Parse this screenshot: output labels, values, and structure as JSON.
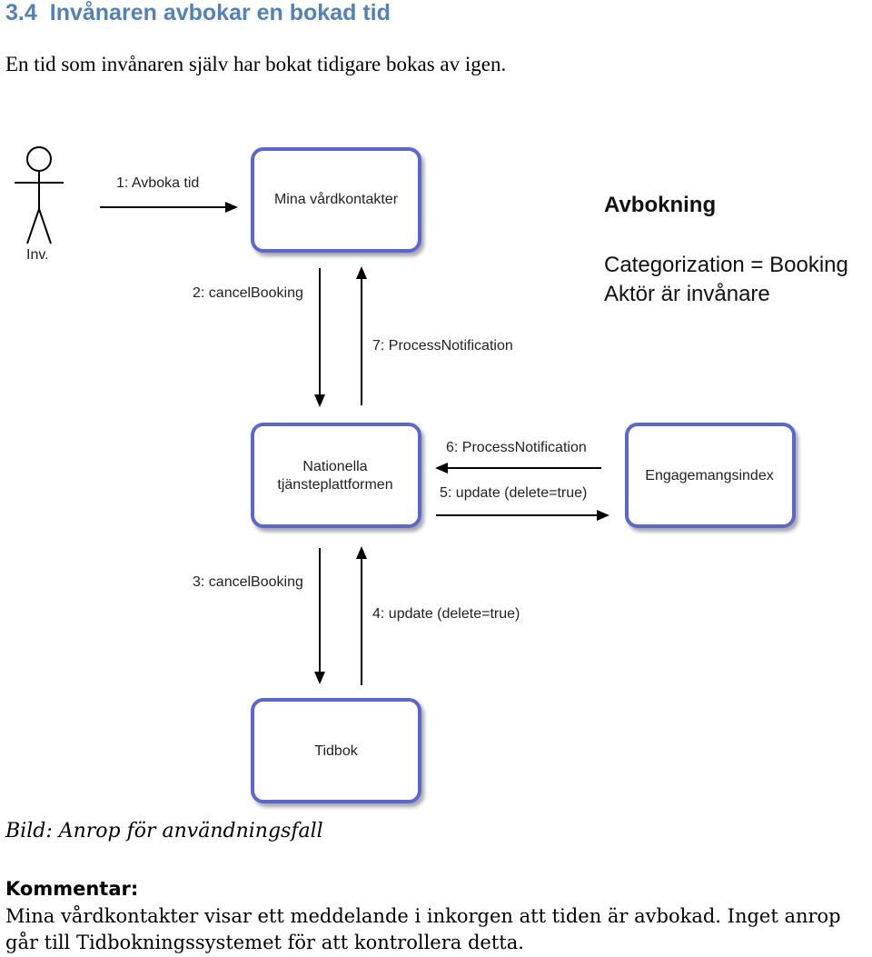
{
  "section": {
    "number": "3.4",
    "title": "Invånaren avbokar en bokad tid",
    "intro": "En tid som invånaren själv har bokat tidigare bokas av igen."
  },
  "diagram": {
    "actor_label": "Inv.",
    "boxes": {
      "mina": "Mina vårdkontakter",
      "ntp_line1": "Nationella",
      "ntp_line2": "tjänsteplattformen",
      "engagement": "Engagemangsindex",
      "tidbok": "Tidbok"
    },
    "messages": {
      "m1": "1: Avboka tid",
      "m2": "2: cancelBooking",
      "m3": "3: cancelBooking",
      "m4": "4: update (delete=true)",
      "m5": "5: update (delete=true)",
      "m6": "6: ProcessNotification",
      "m7": "7: ProcessNotification"
    },
    "info": {
      "title": "Avbokning",
      "line1": "Categorization = Booking",
      "line2": "Aktör är invånare"
    }
  },
  "caption": "Bild: Anrop för användningsfall",
  "comment": {
    "title": "Kommentar:",
    "text": "Mina vårdkontakter visar ett meddelande i inkorgen att tiden är avbokad. Inget anrop går till Tidbokningssystemet för att kontrollera detta."
  },
  "colors": {
    "heading": "#4f81bd",
    "box_border": "#5966d6"
  }
}
